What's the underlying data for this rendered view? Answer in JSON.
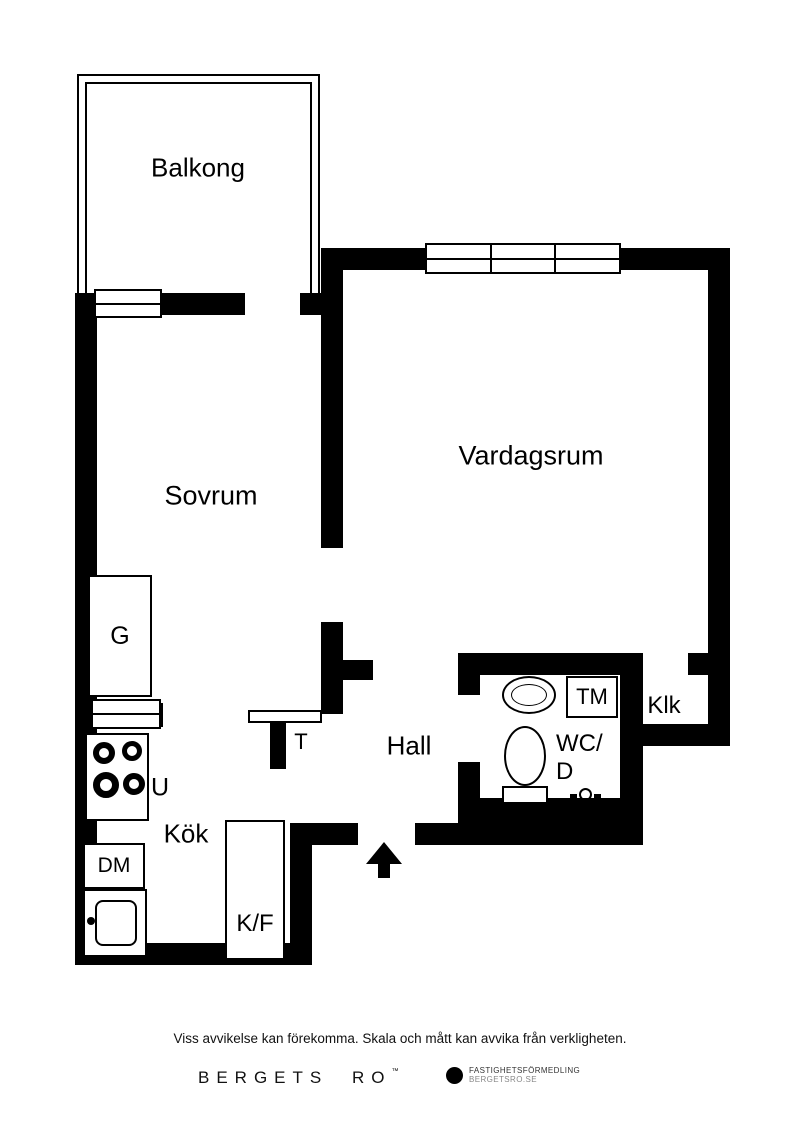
{
  "plan": {
    "rooms": {
      "balkong": "Balkong",
      "sovrum": "Sovrum",
      "vardagsrum": "Vardagsrum",
      "hall": "Hall",
      "kok": "Kök",
      "klk": "Klk",
      "wc_line1": "WC/",
      "wc_line2": "D"
    },
    "labels": {
      "g": "G",
      "u": "U",
      "dm": "DM",
      "kf": "K/F",
      "t": "T",
      "tm": "TM"
    }
  },
  "footer": {
    "disclaimer": "Viss avvikelse kan förekomma. Skala och mått kan avvika från verkligheten.",
    "brand_word1": "BERGETS",
    "brand_word2": "RO",
    "brand_tm": "™",
    "agency_line1": "FASTIGHETSFÖRMEDLING",
    "agency_line2": "BERGETSRO.SE"
  },
  "colors": {
    "wall": "#000000",
    "background": "#ffffff"
  }
}
